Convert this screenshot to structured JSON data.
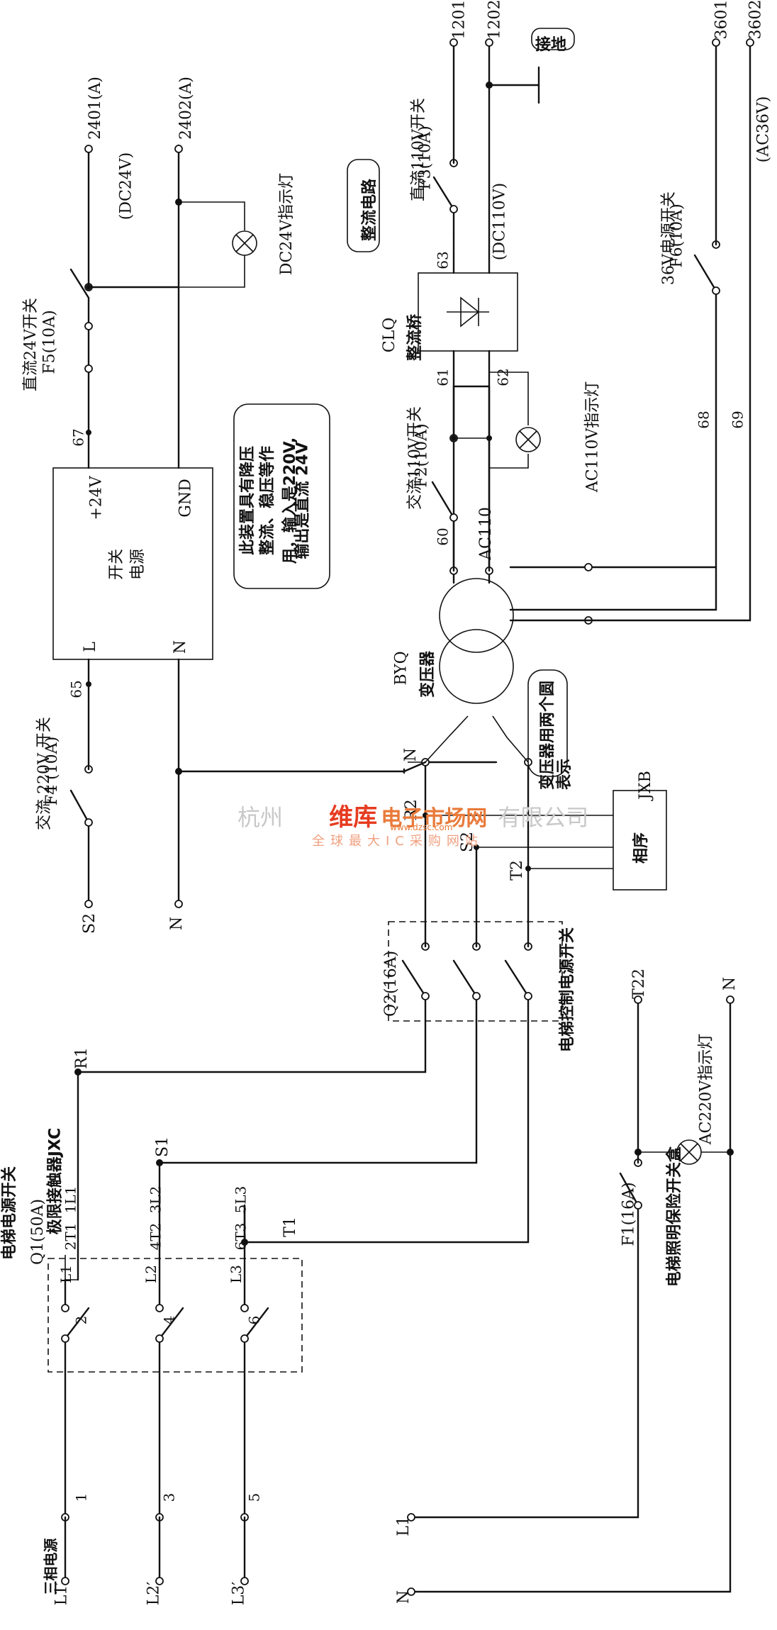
{
  "diagram": {
    "left_border": {
      "L1p": "L1′",
      "L2p": "L2′",
      "L3p": "L3′",
      "three_phase": "三相电源",
      "Q1_label": "电梯电源开关",
      "Q1_rating": "Q1(50A)",
      "q1_pins": [
        "1",
        "2",
        "3",
        "4",
        "5",
        "6"
      ],
      "L1": "L1",
      "N": "N"
    },
    "jxc": {
      "title": "极限接触器JXC",
      "pins": [
        "L1",
        "2T1",
        "1L1",
        "L2",
        "4T2",
        "3L2",
        "L3",
        "6T3",
        "5L3"
      ]
    },
    "mid_nodes": {
      "R1": "R1",
      "S1": "S1",
      "T1": "T1"
    },
    "lighting": {
      "F1": "F1(16A)",
      "box_label": "电梯照明保险开关盒",
      "lamp": "AC220V指示灯",
      "T22": "T22",
      "N": "N"
    },
    "q2": {
      "rating": "Q2(16A)",
      "label": "电梯控制电源开关"
    },
    "phase_relay": {
      "name": "JXB",
      "body": "相序",
      "R2": "R2",
      "S2": "S2",
      "T2": "T2"
    },
    "watermark": {
      "left": "杭州",
      "brand": "维库",
      "site": "电子市场网",
      "right": "有限公司",
      "url": "www.dzsc.com",
      "tagline": "全球最大IC采购网站"
    },
    "transformer": {
      "name": "BYQ",
      "type": "变压器",
      "callout": "变压器用两个圆表示",
      "N": "N",
      "AC110": "AC110",
      "w60": "60"
    },
    "left_supply": {
      "S2": "S2",
      "N": "N",
      "F4_title": "交流 220V 开关",
      "F4_rating": "F4 (10A)",
      "w65": "65",
      "psu_line1": "开关",
      "psu_line2": "电源",
      "L": "L",
      "N_pin": "N",
      "plus24": "+24V",
      "GND": "GND",
      "w67": "67",
      "F5_title": "直流24V开关",
      "F5_rating": "F5(10A)",
      "callout": [
        "此装置具有降压",
        "整流、稳压等作",
        "用，输入是220V,",
        "输出是直流 24V"
      ],
      "DC24V": "(DC24V)",
      "t2401": "2401(A)",
      "t2402": "2402(A)",
      "lamp": "DC24V指示灯"
    },
    "ac110": {
      "F2_title": "交流110V开关",
      "F2_rating": "F2(10A)",
      "w61": "61",
      "w62": "62",
      "w63": "63",
      "lamp": "AC110V指示灯",
      "CLQ": "CLQ",
      "bridge": "整流桥",
      "callout": "整流电路",
      "F3_title": "直流110V开关",
      "F3_rating": "F3(10A)",
      "DC110V": "(DC110V)",
      "t1201": "1201",
      "t1202": "1202",
      "ground": "接地"
    },
    "ac36": {
      "F6_title": "36V电源开关",
      "F6_rating": "F6(10A)",
      "w68": "68",
      "w69": "69",
      "AC36V": "(AC36V)",
      "t3601": "3601",
      "t3602": "3602"
    }
  }
}
